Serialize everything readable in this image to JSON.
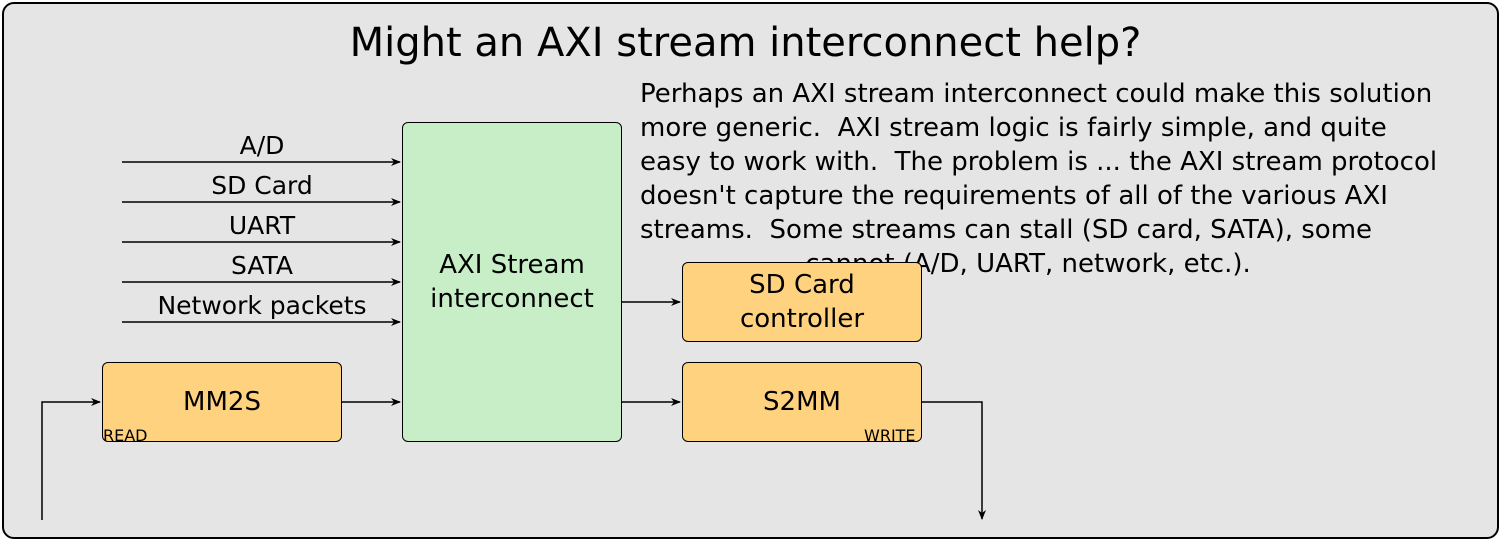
{
  "title": "Might an AXI stream interconnect help?",
  "note": {
    "lines": [
      "Perhaps an AXI stream interconnect could make this solution",
      "more generic.  AXI stream logic is fairly simple, and quite",
      "easy to work with.  The problem is ... the AXI stream protocol",
      "doesn't capture the requirements of all of the various AXI",
      "streams.  Some streams can stall (SD card, SATA), some",
      "                    cannot (A/D, UART, network, etc.)."
    ]
  },
  "inputs": [
    "A/D",
    "SD Card",
    "UART",
    "SATA",
    "Network packets"
  ],
  "boxes": {
    "interconnect": [
      "AXI Stream",
      "interconnect"
    ],
    "sd_controller": [
      "SD Card",
      "controller"
    ],
    "mm2s": "MM2S",
    "s2mm": "S2MM"
  },
  "tags": {
    "read": "READ",
    "write": "WRITE"
  },
  "colors": {
    "background": "#e5e5e5",
    "interconnect": "#c8eec8",
    "dma": "#ffd27f"
  }
}
